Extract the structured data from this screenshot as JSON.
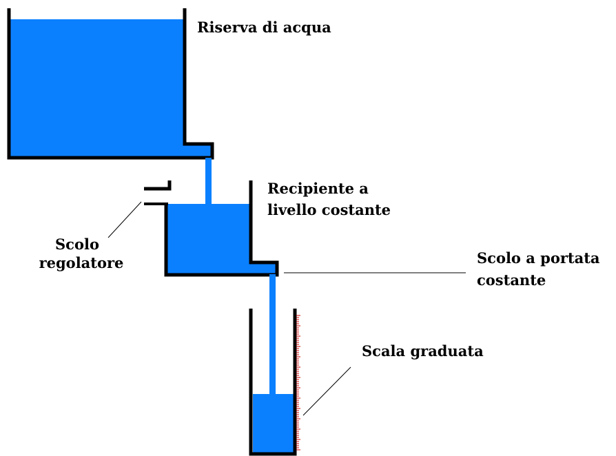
{
  "labels": {
    "reservoir": "Riserva di acqua",
    "constant_level_line1": "Recipiente a",
    "constant_level_line2": "livello costante",
    "overflow_line1": "Scolo",
    "overflow_line2": "regolatore",
    "constant_flow_line1": "Scolo a portata",
    "constant_flow_line2": "costante",
    "scale": "Scala graduata"
  },
  "colors": {
    "water": "#0b80ff",
    "wall": "#000000",
    "scale_ticks": "#cc0000"
  }
}
